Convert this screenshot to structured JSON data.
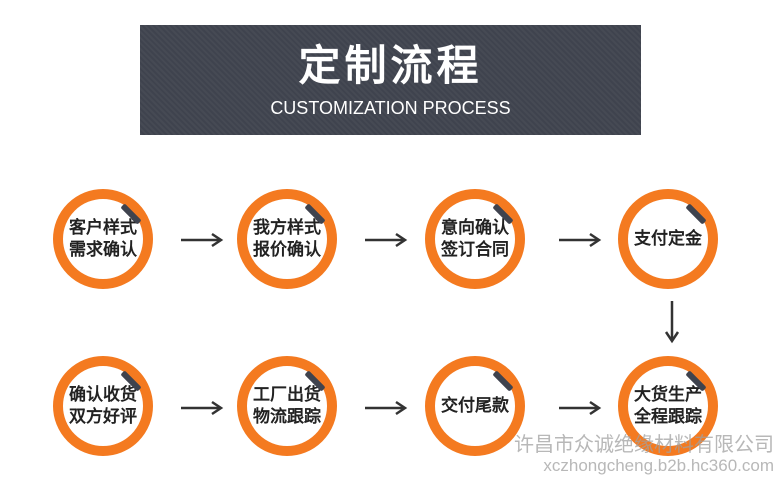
{
  "header": {
    "title": "定制流程",
    "subtitle": "CUSTOMIZATION PROCESS"
  },
  "steps": [
    {
      "label": "客户样式\n需求确认"
    },
    {
      "label": "我方样式\n报价确认"
    },
    {
      "label": "意向确认\n签订合同"
    },
    {
      "label": "支付定金"
    },
    {
      "label": "确认收货\n双方好评"
    },
    {
      "label": "工厂出货\n物流跟踪"
    },
    {
      "label": "交付尾款"
    },
    {
      "label": "大货生产\n全程跟踪"
    }
  ],
  "watermark": {
    "company": "许昌市众诚绝缘材料有限公司",
    "url": "xczhongcheng.b2b.hc360.com"
  },
  "colors": {
    "banner": "#3f434e",
    "ring": "#f47a20",
    "notch": "#3f434e",
    "arrow": "#333333"
  }
}
